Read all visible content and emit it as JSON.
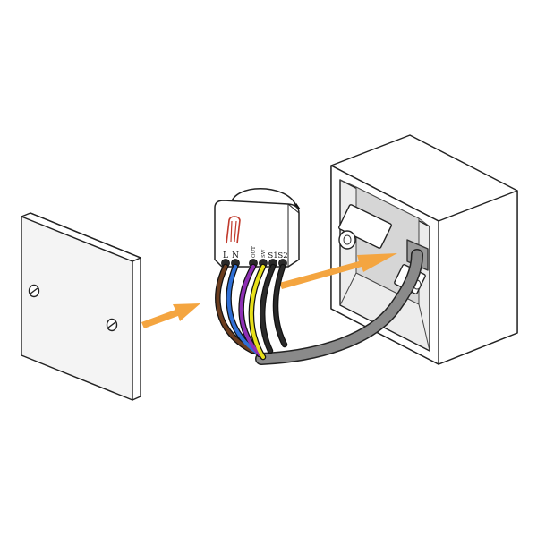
{
  "module": {
    "terminal_labels": {
      "L": "L",
      "N": "N",
      "OUT": "OUT",
      "SW": "SW",
      "S1": "S1",
      "S2": "S2"
    }
  },
  "colors": {
    "arrow": "#f4a540",
    "wire_brown": "#6b3d1f",
    "wire_blue": "#2f6fd6",
    "wire_purple": "#8e2fb5",
    "wire_yellow": "#e8e01a",
    "wire_black": "#2a2a2a",
    "cable_grey": "#8a8a8a",
    "antenna_red": "#c0392b"
  },
  "icons": {
    "wall_plate": "wall-plate-icon",
    "module": "relay-module-icon",
    "backbox": "backbox-icon"
  }
}
